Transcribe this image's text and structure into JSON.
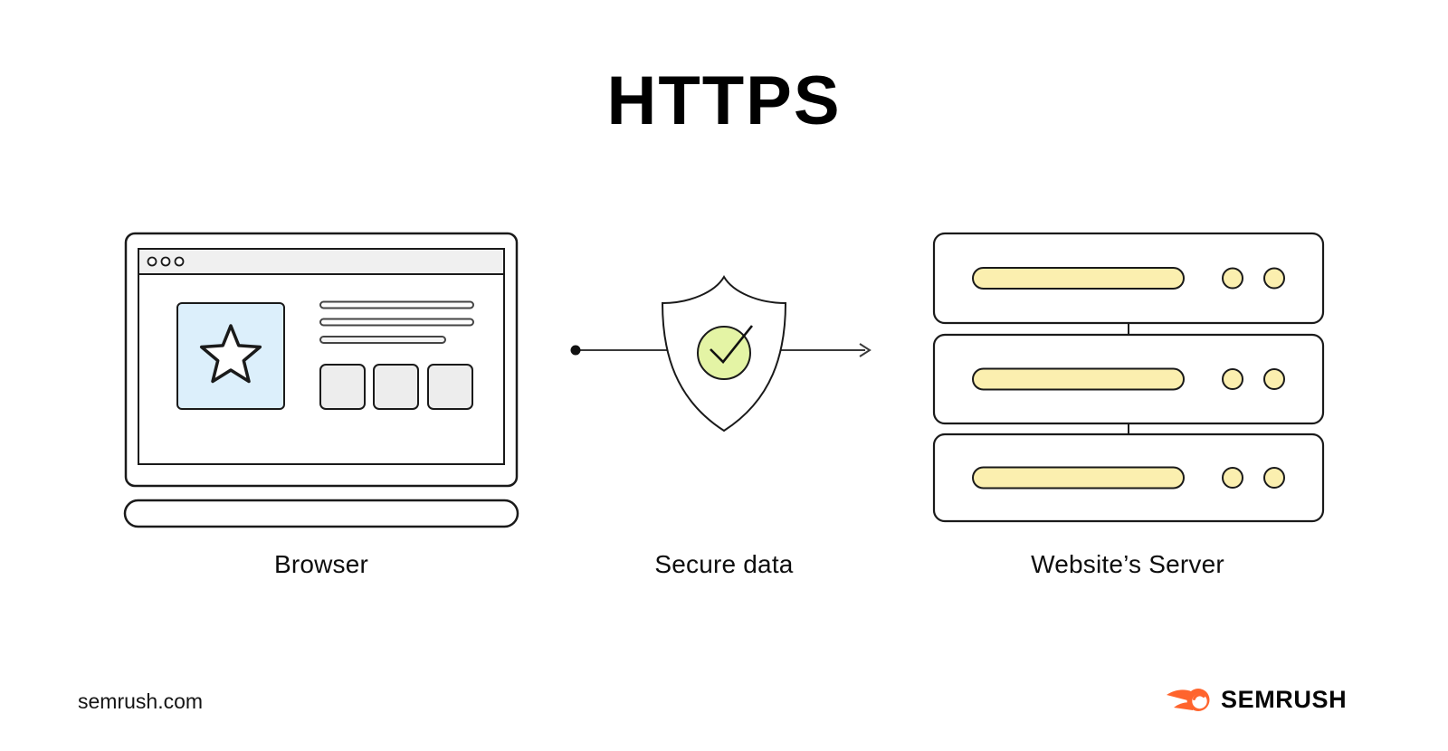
{
  "title": "HTTPS",
  "diagram": {
    "nodes": [
      {
        "id": "browser",
        "label": "Browser",
        "illustration": "laptop-with-browser-window"
      },
      {
        "id": "secure-data",
        "label": "Secure data",
        "illustration": "shield-with-checkmark"
      },
      {
        "id": "server",
        "label": "Website’s Server",
        "illustration": "server-rack-three-units"
      }
    ],
    "arrow": {
      "direction": "left-to-right",
      "from": "Browser",
      "to": "Website’s Server"
    }
  },
  "footer": {
    "site_label": "semrush.com",
    "brand_wordmark": "SEMRUSH"
  },
  "colors": {
    "background": "#ffffff",
    "outline": "#1a1a1a",
    "arrow": "#3a3a3a",
    "light_blue": "#dceffb",
    "light_green": "#e4f4a5",
    "light_yellow": "#fbefaf",
    "panel_gray": "#f0f0f0",
    "square_gray": "#ededed",
    "line_gray": "#444444",
    "brand_orange": "#ff642d",
    "text": "#000000"
  }
}
